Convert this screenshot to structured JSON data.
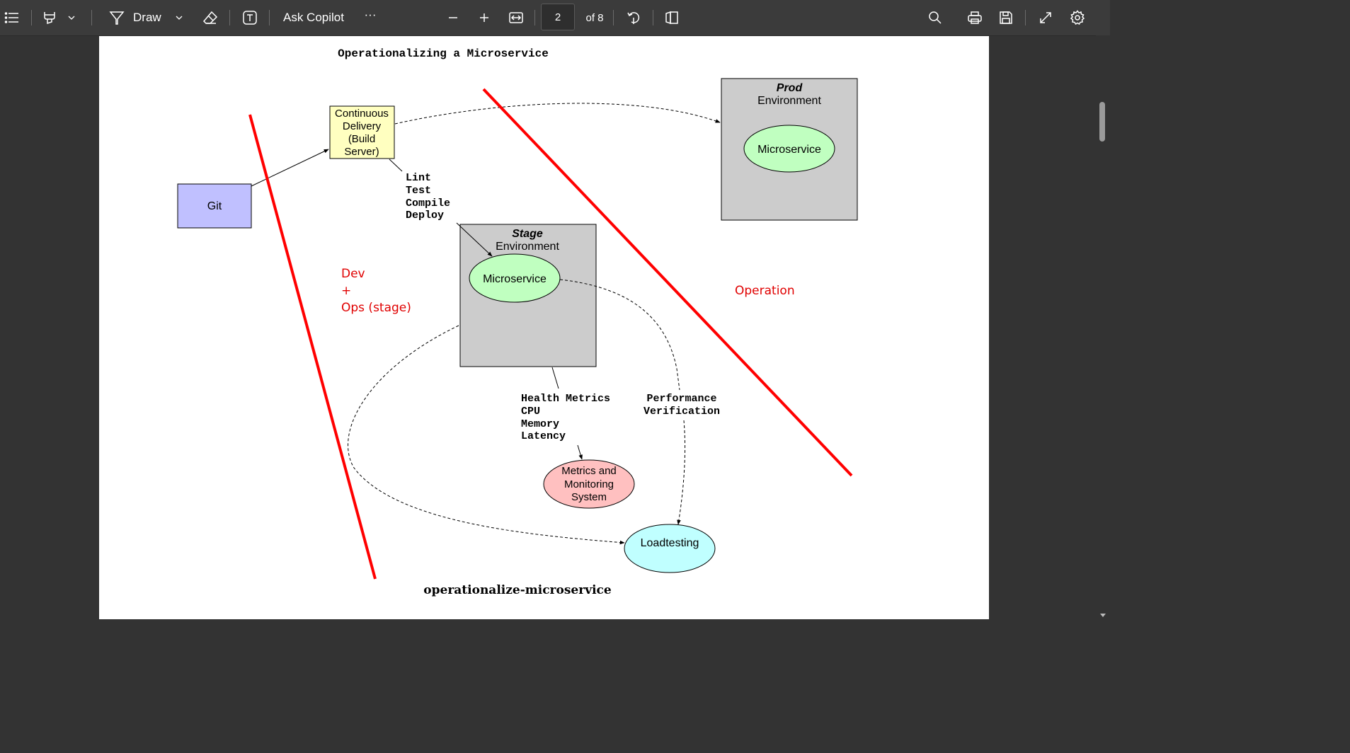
{
  "toolbar": {
    "draw_label": "Draw",
    "ask_copilot_label": "Ask Copilot",
    "more_label": "···",
    "current_page": "2",
    "page_total": "of 8",
    "icons": [
      "contents-icon",
      "highlight-icon",
      "chevron-down-icon",
      "draw-icon",
      "eraser-icon",
      "text-box-icon",
      "zoom-out-icon",
      "zoom-in-icon",
      "fit-width-icon",
      "rotate-icon",
      "page-view-icon",
      "search-icon",
      "print-icon",
      "save-icon",
      "fullscreen-icon",
      "settings-icon"
    ]
  },
  "document": {
    "title": "Operationalizing a Microservice",
    "caption": "operationalize-microservice",
    "nodes": {
      "git": "Git",
      "cd_line1": "Continuous",
      "cd_line2": "Delivery",
      "cd_line3": "(Build",
      "cd_line4": "Server)",
      "prod_title": "Prod",
      "prod_subtitle": "Environment",
      "prod_service": "Microservice",
      "stage_title": "Stage",
      "stage_subtitle": "Environment",
      "stage_service": "Microservice",
      "metrics_line1": "Metrics and",
      "metrics_line2": "Monitoring",
      "metrics_line3": "System",
      "loadtesting": "Loadtesting"
    },
    "pipeline_steps": [
      "Lint",
      "Test",
      "Compile",
      "Deploy"
    ],
    "health_metrics": [
      "Health Metrics",
      "CPU",
      "Memory",
      "Latency"
    ],
    "performance": [
      "Performance",
      "Verification"
    ],
    "annotations": {
      "dev": "Dev",
      "plus": "+",
      "ops_stage": "Ops (stage)",
      "operation": "Operation"
    },
    "colors": {
      "git_fill": "#c0c0ff",
      "cd_fill": "#ffffc0",
      "env_fill": "#cccccc",
      "service_fill": "#c0ffc0",
      "metrics_fill": "#ffc0c0",
      "loadtest_fill": "#c0ffff",
      "annotation_red": "#e00000"
    }
  }
}
